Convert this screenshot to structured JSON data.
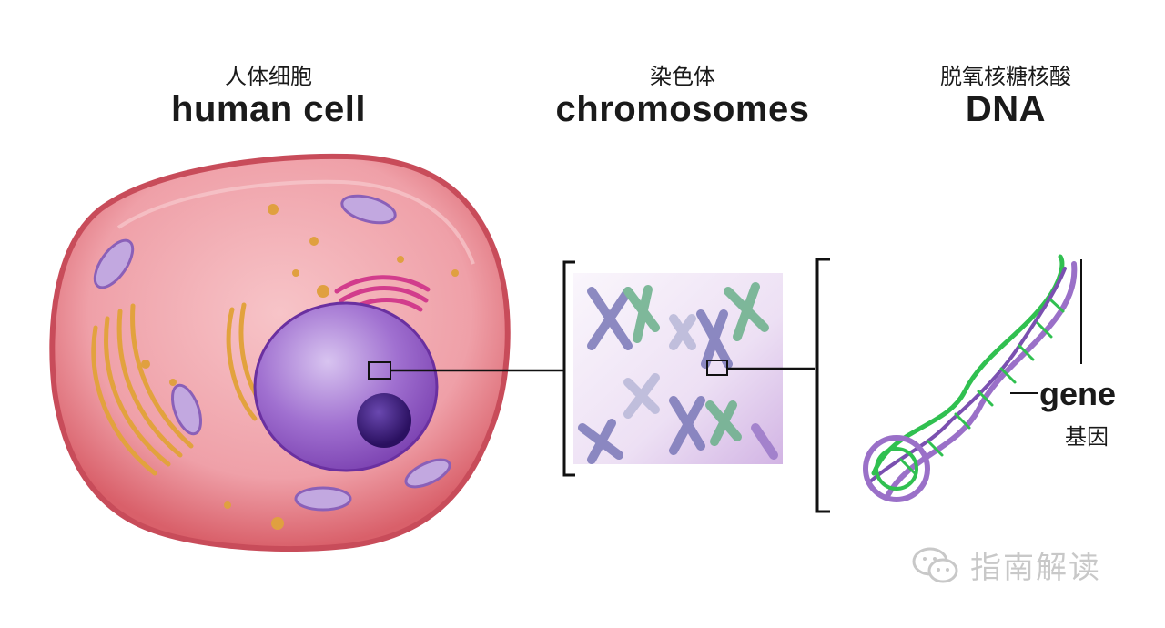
{
  "header_cell": {
    "zh": "人体细胞",
    "en": "human cell"
  },
  "header_chromosomes": {
    "zh": "染色体",
    "en": "chromosomes"
  },
  "header_dna": {
    "zh": "脱氧核糖核酸",
    "en": "DNA"
  },
  "gene": {
    "en": "gene",
    "zh": "基因"
  },
  "watermark": {
    "text": "指南解读",
    "icon": "wechat-icon"
  },
  "colors": {
    "cell_membrane": "#d9606a",
    "cytoplasm": "#f2a6ae",
    "nucleus": "#9a5cc8",
    "nucleolus": "#3c1a78",
    "golgi": "#d23c8c",
    "mitochondria": "#b8a0d8",
    "er": "#e0a040",
    "chromosome_blue": "#7a78b8",
    "chromosome_green": "#6ab08a",
    "dna_purple": "#9a70c8",
    "dna_green": "#30c050"
  }
}
